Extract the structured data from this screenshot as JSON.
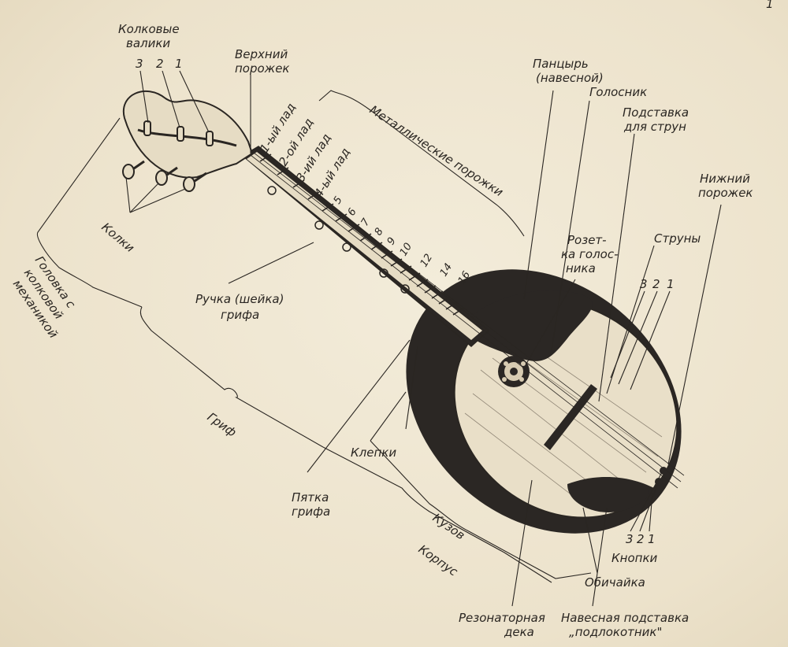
{
  "page_number": "1",
  "labels": {
    "kolkovye_valiki": [
      "Колковые",
      "валики"
    ],
    "valiki_nums": [
      "3",
      "2",
      "1"
    ],
    "verkhniy_porozhek": [
      "Верхний",
      "порожек"
    ],
    "kolki": "Колки",
    "golovka": [
      "Головка с",
      "колковой",
      "механикой"
    ],
    "fret_names": [
      "1-ый лад",
      "2-ой лад",
      "3-ий лад",
      "4-ый лад"
    ],
    "fret_numbers": [
      "5",
      "6",
      "7",
      "8",
      "9",
      "10",
      "12",
      "14",
      "16"
    ],
    "fret_ditto": "„",
    "metal_porozhki": "Металлические порожки",
    "ruchka": [
      "Ручка (шейка)",
      "грифа"
    ],
    "grif": "Гриф",
    "pantsir": [
      "Панцырь",
      "(навесной)"
    ],
    "golosnik": "Голосник",
    "podstavka": [
      "Подставка",
      "для струн"
    ],
    "nizhniy_porozhek": [
      "Нижний",
      "порожек"
    ],
    "rozetka": [
      "Розет-",
      "ка голос-",
      "ника"
    ],
    "struny": "Струны",
    "struny_nums": [
      "3",
      "2",
      "1"
    ],
    "klepki": "Клепки",
    "pyatka": [
      "Пятка",
      "грифа"
    ],
    "kuzov": "Кузов",
    "korpus": "Корпус",
    "knopki_nums": [
      "3",
      "2",
      "1"
    ],
    "knopki": "Кнопки",
    "obichayka": "Обичайка",
    "rezonator": [
      "Резонаторная",
      "дека"
    ],
    "navesnaya": [
      "Навесная подставка",
      "„подлокотник\""
    ]
  }
}
